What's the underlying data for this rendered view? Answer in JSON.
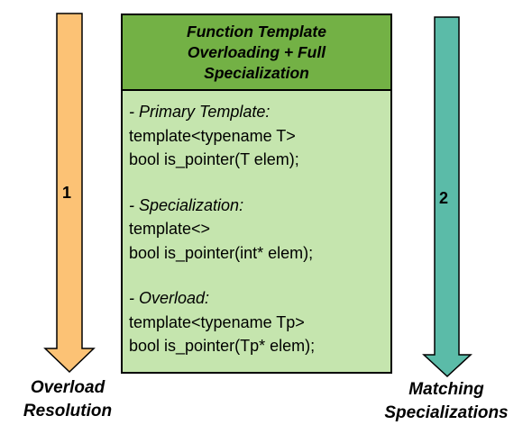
{
  "box": {
    "title_lines": [
      "Function Template",
      "Overloading + Full",
      "Specialization"
    ],
    "sections": [
      {
        "label": "- Primary Template:",
        "code": [
          "template<typename T>",
          "bool is_pointer(T elem);"
        ]
      },
      {
        "label": "- Specialization:",
        "code": [
          "template<>",
          "bool is_pointer(int* elem);"
        ]
      },
      {
        "label": "- Overload:",
        "code": [
          "template<typename Tp>",
          "bool is_pointer(Tp* elem);"
        ]
      }
    ]
  },
  "left_arrow": {
    "number": "1",
    "caption": [
      "Overload",
      "Resolution"
    ],
    "fill": "#fcc275"
  },
  "right_arrow": {
    "number": "2",
    "caption": [
      "Matching",
      "Specializations"
    ],
    "fill": "#5bbba8"
  },
  "colors": {
    "header_fill": "#73b145",
    "body_fill": "#c5e5ae",
    "outline": "#000000"
  }
}
